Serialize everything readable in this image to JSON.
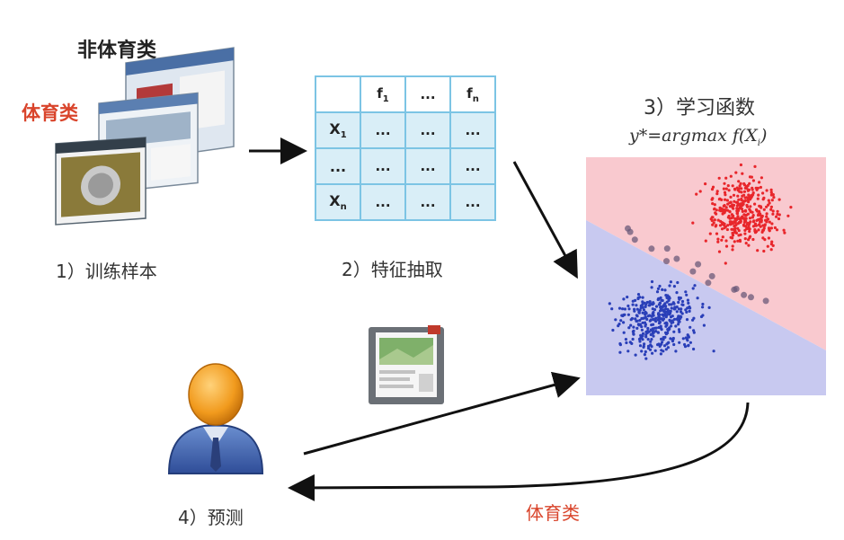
{
  "labels": {
    "non_sport": "非体育类",
    "sport": "体育类",
    "step1": "1）训练样本",
    "step2": "2）特征抽取",
    "step3": "3）学习函数",
    "formula": "y*=argmax f(Xi)",
    "step4": "4）预测",
    "prediction": "体育类"
  },
  "table": {
    "header": [
      "",
      "f",
      "...",
      "f"
    ],
    "header_subs": [
      "",
      "1",
      "",
      "n"
    ],
    "rows": [
      {
        "head": "X",
        "sub": "1",
        "cells": [
          "...",
          "...",
          "..."
        ]
      },
      {
        "head": "...",
        "sub": "",
        "cells": [
          "...",
          "...",
          "..."
        ]
      },
      {
        "head": "X",
        "sub": "n",
        "cells": [
          "...",
          "...",
          "..."
        ]
      }
    ]
  },
  "colors": {
    "table_border": "#7cc4e4",
    "table_fill": "#d9eef7",
    "region_red": "#f9c9cf",
    "region_blue": "#c8c9f0",
    "points_red": "#e8262b",
    "points_blue": "#2a3fb8",
    "label_red": "#d9442b"
  },
  "icons": [
    "browser-windows-icon",
    "user-icon",
    "document-icon"
  ]
}
